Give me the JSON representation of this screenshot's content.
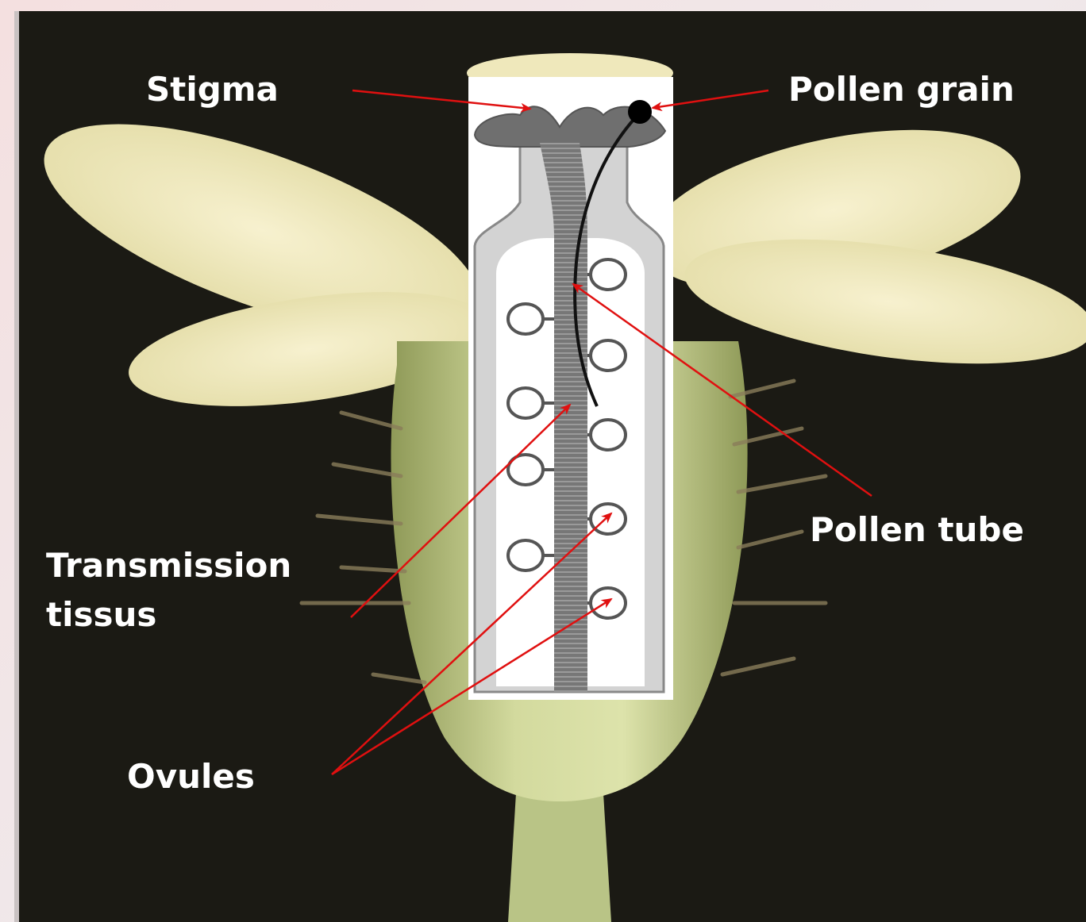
{
  "labels": {
    "stigma": "Stigma",
    "pollen_grain": "Pollen grain",
    "pollen_tube": "Pollen tube",
    "transmission_line1": "Transmission",
    "transmission_line2": "tissus",
    "ovules": "Ovules"
  },
  "colors": {
    "background": "#1b1a14",
    "petal": "#f3ecc0",
    "sepal": "#c9d296",
    "pistil_gray": "#6f6f6f",
    "arrow": "#e01010",
    "label_text": "#ffffff"
  }
}
